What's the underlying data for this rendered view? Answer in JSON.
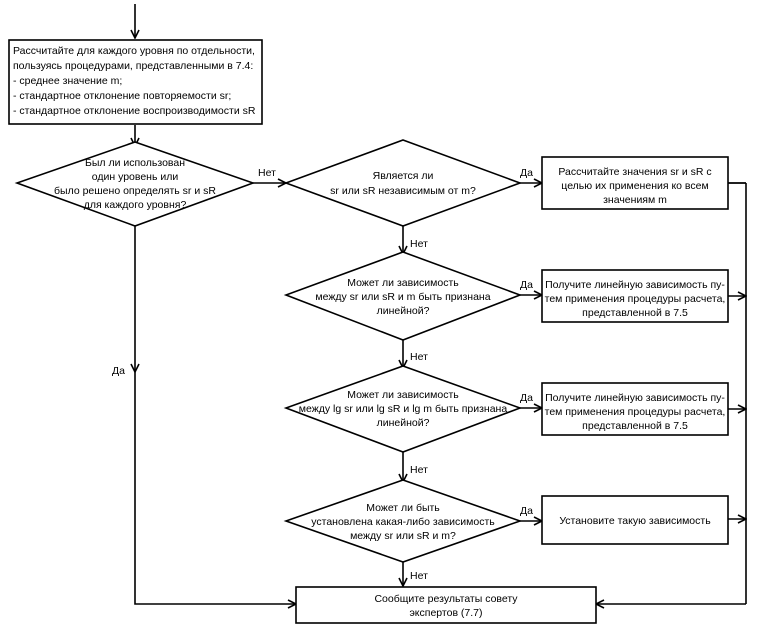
{
  "flowchart": {
    "box_start": {
      "lines": [
        "Рассчитайте для каждого уровня по отдельности,",
        "пользуясь процедурами, представленными в 7.4:",
        "- среднее значение m;",
        "- стандартное отклонение повторяемости sr;",
        "- стандартное отклонение воспроизводимости sR"
      ]
    },
    "decision_level": {
      "lines": [
        "Был ли использован",
        "один уровень или",
        "было решено определять sr и sR",
        "для каждого уровня?"
      ]
    },
    "decision_independent": {
      "lines": [
        "Является ли",
        "sr или sR независимым от m?"
      ]
    },
    "decision_linear": {
      "lines": [
        "Может ли зависимость",
        "между sr или sR и m быть признана",
        "линейной?"
      ]
    },
    "decision_log": {
      "lines": [
        "Может ли зависимость",
        "между lg sr или lg sR и lg m быть признана",
        "линейной?"
      ]
    },
    "decision_any": {
      "lines": [
        "Может ли быть",
        "установлена какая-либо зависимость",
        "между sr или sR и m?"
      ]
    },
    "box_calc_values": {
      "lines": [
        "Рассчитайте значения sr и sR с",
        "целью их применения ко всем",
        "значениям m"
      ]
    },
    "box_linear_1": {
      "lines": [
        "Получите линейную зависимость пу-",
        "тем применения процедуры расчета,",
        "представленной в 7.5"
      ]
    },
    "box_linear_2": {
      "lines": [
        "Получите линейную зависимость пу-",
        "тем применения процедуры расчета,",
        "представленной в 7.5"
      ]
    },
    "box_establish": {
      "lines": [
        "Установите такую зависимость"
      ]
    },
    "box_report": {
      "lines": [
        "Сообщите результаты совету",
        "экспертов (7.7)"
      ]
    },
    "labels": {
      "yes": "Да",
      "no": "Нет"
    }
  }
}
